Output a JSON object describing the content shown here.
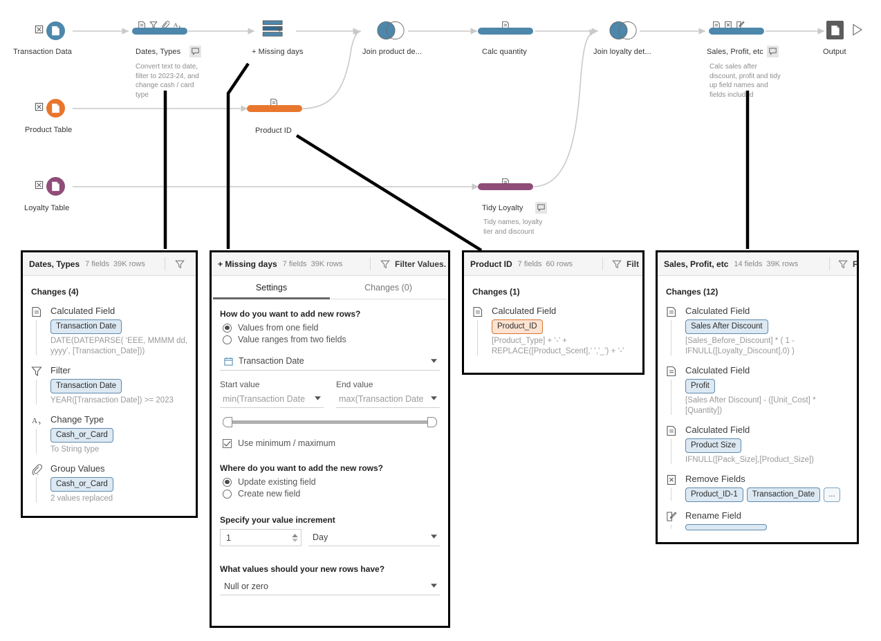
{
  "flow": {
    "nodes": [
      {
        "id": "transaction-data",
        "label": "Transaction Data",
        "type": "input",
        "color": "#4d87ab"
      },
      {
        "id": "dates-types",
        "label": "Dates, Types",
        "type": "clean",
        "color": "#4d87ab",
        "description": "Convert text to date, filter to 2023-24, and change cash / card type",
        "icons": [
          "calculated-field-icon",
          "filter-icon",
          "group-values-icon",
          "change-type-icon"
        ],
        "has_note": true
      },
      {
        "id": "missing-days",
        "label": "+ Missing days",
        "type": "new-rows",
        "color": "#4d87ab",
        "icons": []
      },
      {
        "id": "join-product",
        "label": "Join product de...",
        "type": "join",
        "color": "#4d87ab"
      },
      {
        "id": "calc-quantity",
        "label": "Calc quantity",
        "type": "clean",
        "color": "#4d87ab",
        "icons": [
          "calculated-field-icon"
        ]
      },
      {
        "id": "join-loyalty",
        "label": "Join loyalty det...",
        "type": "join",
        "color": "#4d87ab"
      },
      {
        "id": "sales-profit",
        "label": "Sales, Profit, etc",
        "type": "clean",
        "color": "#4d87ab",
        "description": "Calc sales after discount, profit and tidy up field names and fields included",
        "icons": [
          "calculated-field-icon",
          "remove-field-icon",
          "rename-field-icon"
        ],
        "has_note": true
      },
      {
        "id": "output",
        "label": "Output",
        "type": "output",
        "color": "#5c5c5c"
      },
      {
        "id": "product-table",
        "label": "Product Table",
        "type": "input",
        "color": "#e8762d"
      },
      {
        "id": "product-id",
        "label": "Product ID",
        "type": "clean",
        "color": "#e8762d",
        "icons": [
          "calculated-field-icon"
        ]
      },
      {
        "id": "loyalty-table",
        "label": "Loyalty Table",
        "type": "input",
        "color": "#8f4d78"
      },
      {
        "id": "tidy-loyalty",
        "label": "Tidy Loyalty",
        "type": "clean",
        "color": "#8f4d78",
        "description": "Tidy names, loyalty tier and discount",
        "icons": [
          "calculated-field-icon"
        ],
        "has_note": true
      }
    ]
  },
  "panels": [
    {
      "id": "dates-types-panel",
      "title": "Dates, Types",
      "fields": "7 fields",
      "rows": "39K rows",
      "filter_label": "",
      "changes_header": "Changes (4)",
      "changes": [
        {
          "icon": "calculated-field-icon",
          "title": "Calculated Field",
          "pills": [
            {
              "text": "Transaction Date",
              "style": "blue"
            }
          ],
          "detail": "DATE(DATEPARSE( ‘EEE, MMMM dd, yyyy’, [Transaction_Date]))"
        },
        {
          "icon": "filter-icon",
          "title": "Filter",
          "pills": [
            {
              "text": "Transaction Date",
              "style": "blue"
            }
          ],
          "detail": "YEAR([Transaction Date]) >= 2023"
        },
        {
          "icon": "change-type-icon",
          "title": "Change Type",
          "pills": [
            {
              "text": "Cash_or_Card",
              "style": "blue"
            }
          ],
          "detail": "To String type"
        },
        {
          "icon": "group-values-icon",
          "title": "Group Values",
          "pills": [
            {
              "text": "Cash_or_Card",
              "style": "blue"
            }
          ],
          "detail": "2 values replaced"
        }
      ]
    },
    {
      "id": "missing-days-panel",
      "title": "+ Missing days",
      "fields": "7 fields",
      "rows": "39K rows",
      "filter_label": "Filter Values.",
      "tabs": [
        {
          "label": "Settings",
          "active": true
        },
        {
          "label": "Changes (0)",
          "active": false
        }
      ],
      "form": {
        "q1": "How do you want to add new rows?",
        "opt1": "Values from one field",
        "opt2": "Value ranges from two fields",
        "field_value": "Transaction Date",
        "start_label": "Start value",
        "end_label": "End value",
        "start_value": "min(Transaction Date",
        "end_value": "max(Transaction Date",
        "minmax_label": "Use minimum / maximum",
        "q2": "Where do you want to add the new rows?",
        "opt3": "Update existing field",
        "opt4": "Create new field",
        "q3": "Specify your value increment",
        "increment_value": "1",
        "increment_unit": "Day",
        "q4": "What values should your new rows have?",
        "new_row_values": "Null or zero"
      }
    },
    {
      "id": "product-id-panel",
      "title": "Product ID",
      "fields": "7 fields",
      "rows": "60 rows",
      "filter_label": "Filt",
      "changes_header": "Changes (1)",
      "changes": [
        {
          "icon": "calculated-field-icon",
          "title": "Calculated Field",
          "pills": [
            {
              "text": "Product_ID",
              "style": "orange"
            }
          ],
          "detail": "[Product_Type] + ‘-’ + REPLACE([Product_Scent],‘ ’,‘_’) + ‘-’"
        }
      ]
    },
    {
      "id": "sales-profit-panel",
      "title": "Sales, Profit, etc",
      "fields": "14 fields",
      "rows": "39K rows",
      "filter_label": "F",
      "changes_header": "Changes (12)",
      "changes": [
        {
          "icon": "calculated-field-icon",
          "title": "Calculated Field",
          "pills": [
            {
              "text": "Sales After Discount",
              "style": "blue"
            }
          ],
          "detail": "[Sales_Before_Discount] * ( 1 - IFNULL([Loyalty_Discount],0) )"
        },
        {
          "icon": "calculated-field-icon",
          "title": "Calculated Field",
          "pills": [
            {
              "text": "Profit",
              "style": "blue"
            }
          ],
          "detail": "[Sales After Discount] - ([Unit_Cost] * [Quantity])"
        },
        {
          "icon": "calculated-field-icon",
          "title": "Calculated Field",
          "pills": [
            {
              "text": "Product Size",
              "style": "blue"
            }
          ],
          "detail": "IFNULL([Pack_Size],[Product_Size])"
        },
        {
          "icon": "remove-field-icon",
          "title": "Remove Fields",
          "pills": [
            {
              "text": "Product_ID-1",
              "style": "blue"
            },
            {
              "text": "Transaction_Date",
              "style": "blue"
            },
            {
              "text": "...",
              "style": "plain"
            }
          ],
          "detail": ""
        },
        {
          "icon": "rename-field-icon",
          "title": "Rename Field",
          "pills": [],
          "detail": ""
        }
      ]
    }
  ],
  "colors": {
    "blue": "#4d87ab",
    "orange": "#e8762d",
    "purple": "#8f4d78",
    "gray": "#5c5c5c",
    "connector": "#c9c9c9",
    "annotation": "#000000"
  }
}
